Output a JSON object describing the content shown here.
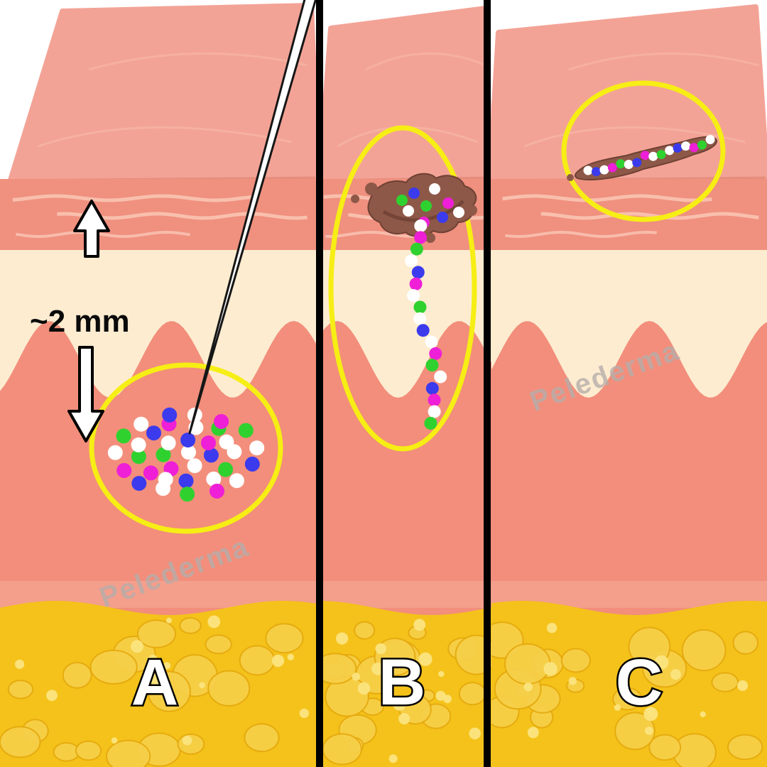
{
  "watermark": {
    "text": "Pelederma"
  },
  "depth_label": {
    "text": "~2 mm"
  },
  "panels": [
    {
      "label": "A"
    },
    {
      "label": "B"
    },
    {
      "label": "C"
    }
  ],
  "colors": {
    "background": "#ffffff",
    "epidermis_top": "#f3a396",
    "surface_line": "#f7bba9",
    "epidermis_edge": "#e18a79",
    "epidermis_front": "#f0907f",
    "epidermis_streak": "#f9c4b3",
    "papillary": "#fdecd0",
    "dermis": "#f28e7b",
    "dermis_light": "#f6ab9a",
    "fat": "#f4c21a",
    "fat_bubble": "#f7d049",
    "fat_bubble_edge": "#e5a90e",
    "fat_bubble_hi": "#fbe47f",
    "divider": "#000000",
    "highlight": "#f6ee14",
    "needle_fill": "#ffffff",
    "needle_outline": "#161616",
    "scab": "#8e5848",
    "scab_dark": "#6d4033",
    "watermark": "#b6aeab",
    "label_fill": "#ffffff",
    "label_outline": "#000000",
    "text": "#0a0a0a",
    "pigment_palette": [
      "#ffffff",
      "#3b3bed",
      "#ffffff",
      "#ee1fd6",
      "#2fd12f",
      "#ffffff",
      "#3b3bed",
      "#ee1fd6",
      "#ffffff",
      "#2fd12f"
    ]
  }
}
